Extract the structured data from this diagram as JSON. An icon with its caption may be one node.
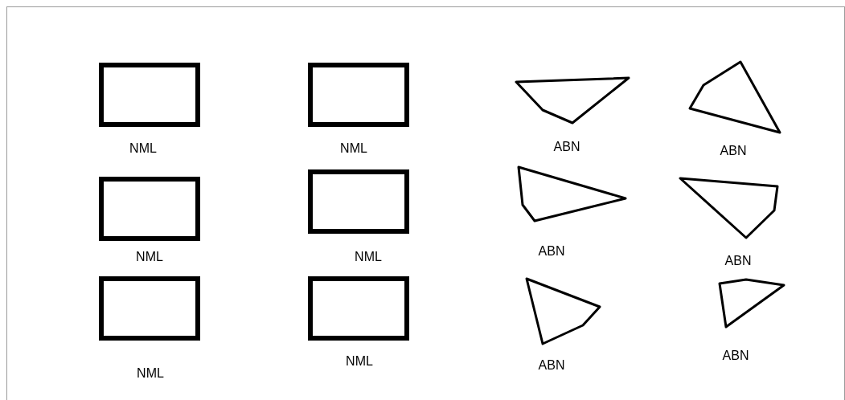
{
  "diagram": {
    "nodes": [
      {
        "text": [
          "NML"
        ]
      },
      {
        "text": [
          "NML"
        ]
      },
      {
        "text": [
          "ABN"
        ]
      },
      {
        "text": [
          "ABN"
        ]
      },
      {
        "text": [
          "NML"
        ]
      },
      {
        "text": [
          "NML"
        ]
      },
      {
        "text": [
          "ABN"
        ]
      },
      {
        "text": [
          "ABN"
        ]
      },
      {
        "text": [
          "NML"
        ]
      },
      {
        "text": [
          "NML"
        ]
      },
      {
        "text": [
          "ABN"
        ]
      },
      {
        "text": [
          "ABN"
        ]
      }
    ],
    "edges": []
  }
}
